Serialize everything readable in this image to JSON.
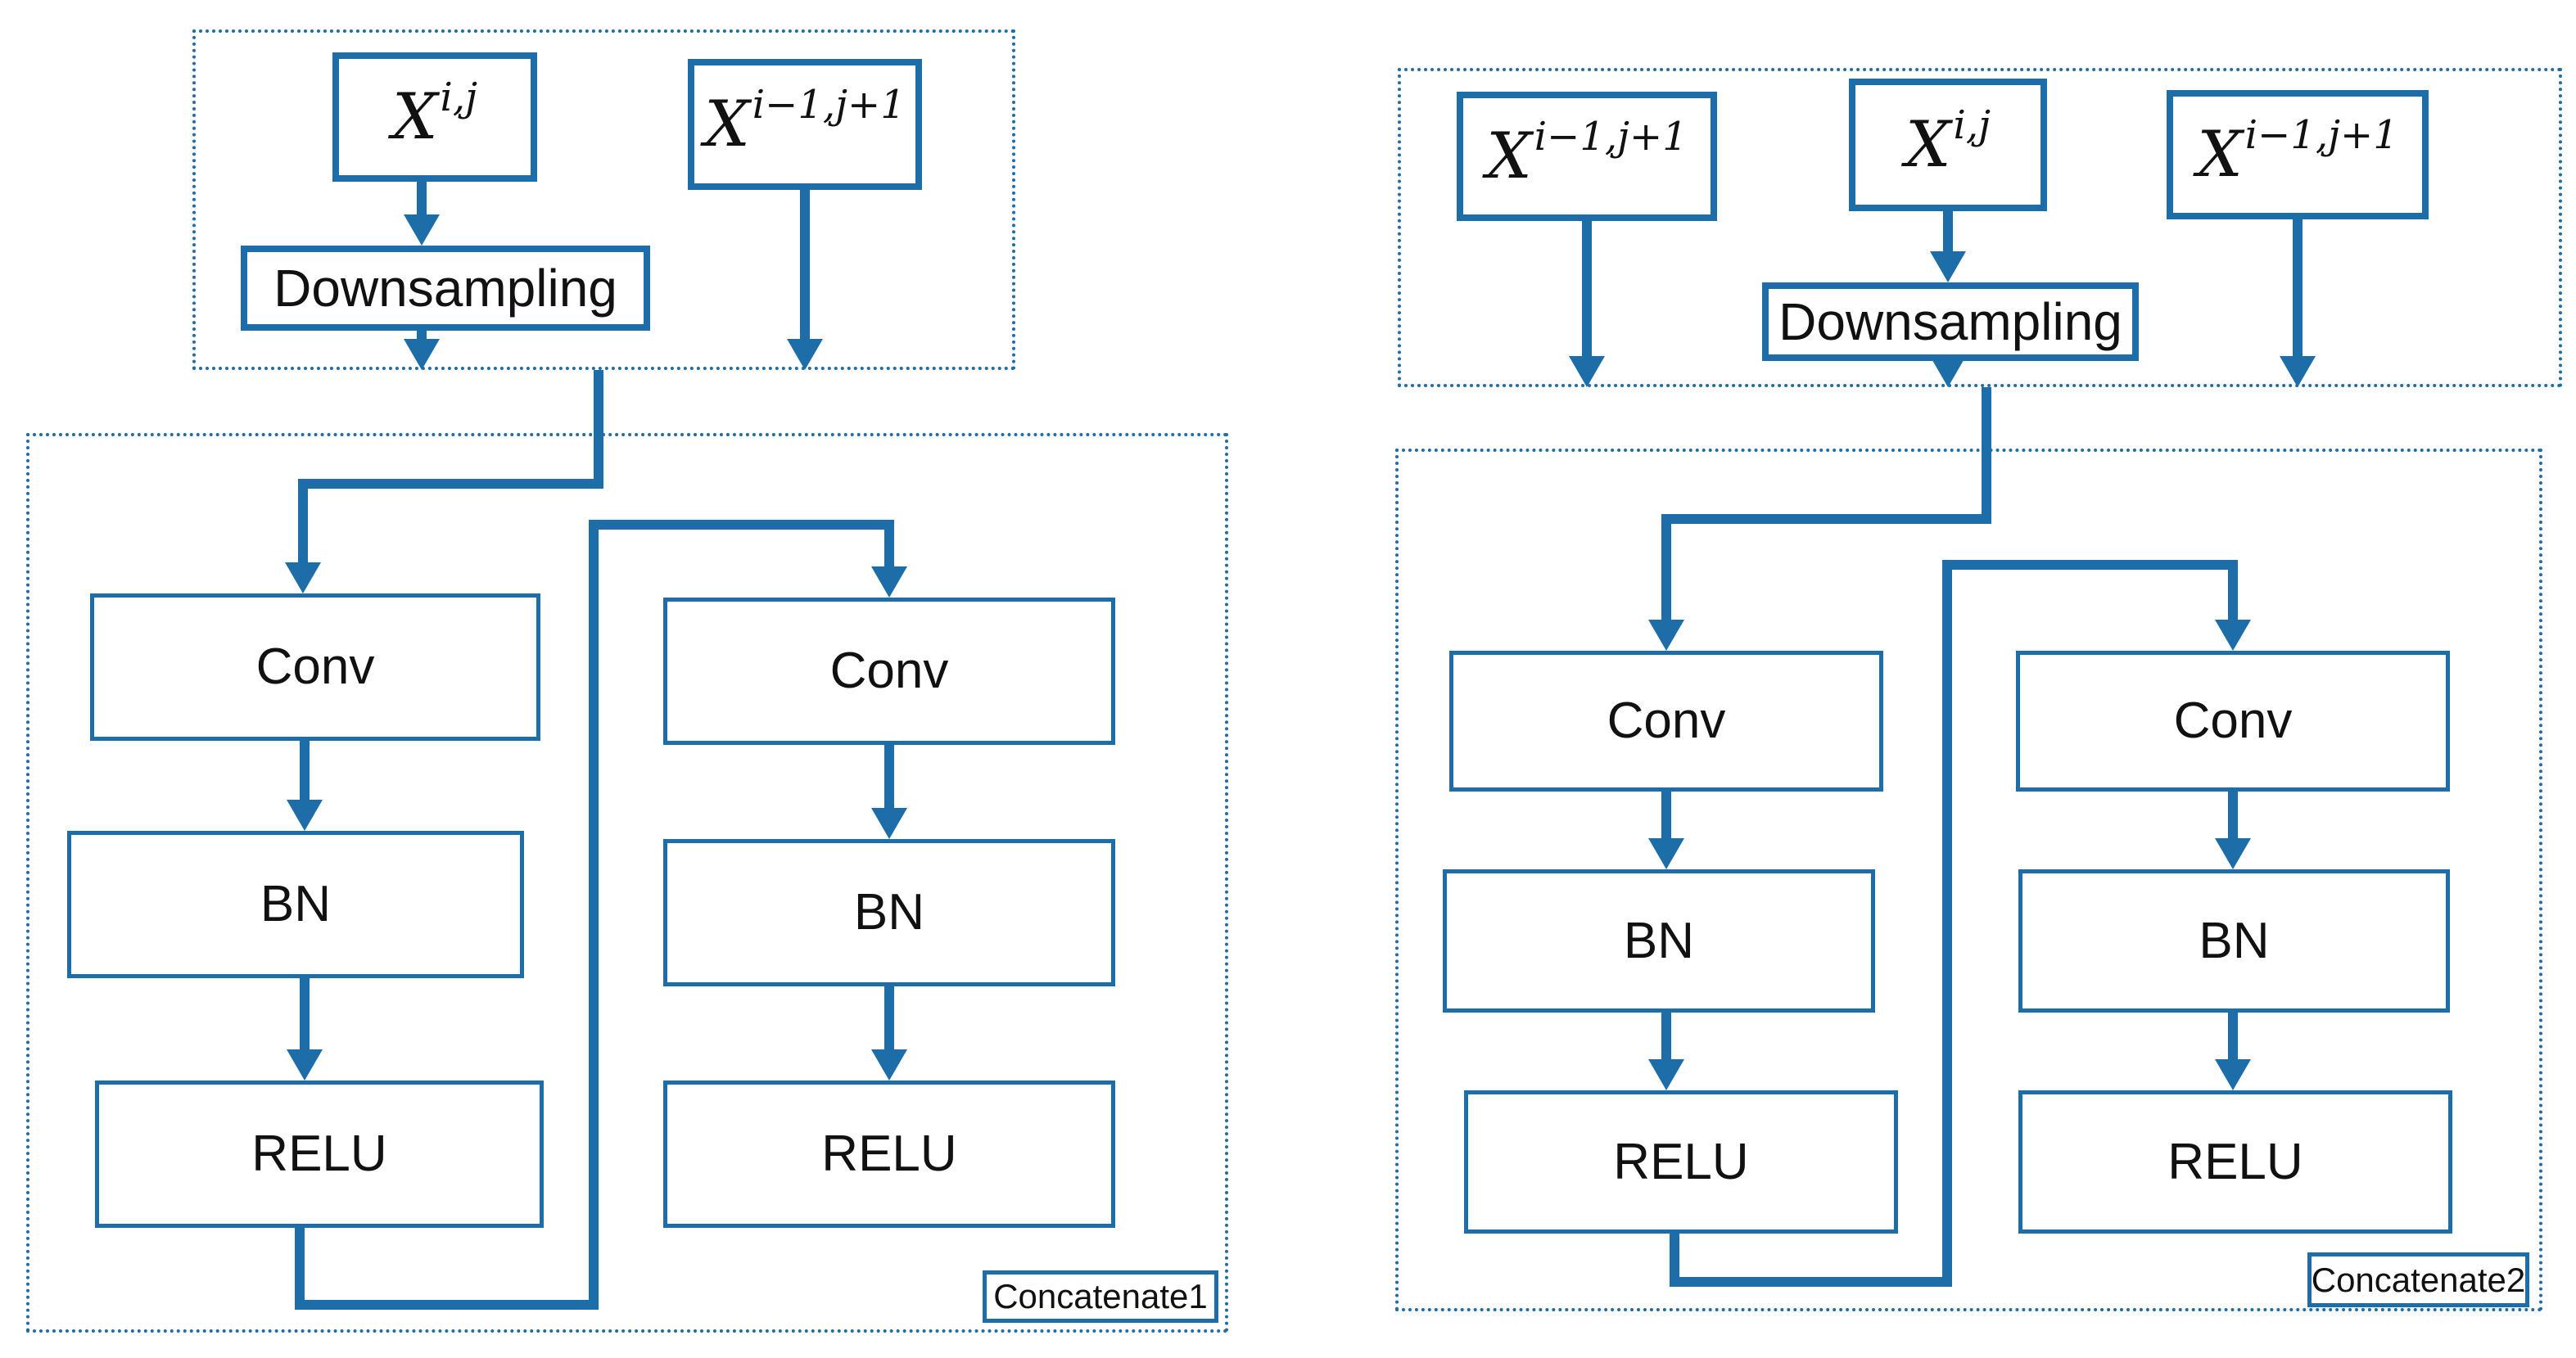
{
  "colors": {
    "line_blue": "#1C6DA8",
    "text": "#111111",
    "background": "#FFFFFF"
  },
  "left_diagram": {
    "input_group": {
      "input1": {
        "base": "X",
        "sup": "i,j"
      },
      "input2": {
        "base": "X",
        "sup": "i−1,j+1"
      },
      "downsampling_label": "Downsampling"
    },
    "branch1": {
      "conv": "Conv",
      "bn": "BN",
      "relu": "RELU"
    },
    "branch2": {
      "conv": "Conv",
      "bn": "BN",
      "relu": "RELU"
    },
    "tag_label": "Concatenate1"
  },
  "right_diagram": {
    "input_group": {
      "input1": {
        "base": "X",
        "sup": "i−1,j+1"
      },
      "input2": {
        "base": "X",
        "sup": "i,j"
      },
      "input3": {
        "base": "X",
        "sup": "i−1,j+1"
      },
      "downsampling_label": "Downsampling"
    },
    "branch1": {
      "conv": "Conv",
      "bn": "BN",
      "relu": "RELU"
    },
    "branch2": {
      "conv": "Conv",
      "bn": "BN",
      "relu": "RELU"
    },
    "tag_label": "Concatenate2"
  }
}
